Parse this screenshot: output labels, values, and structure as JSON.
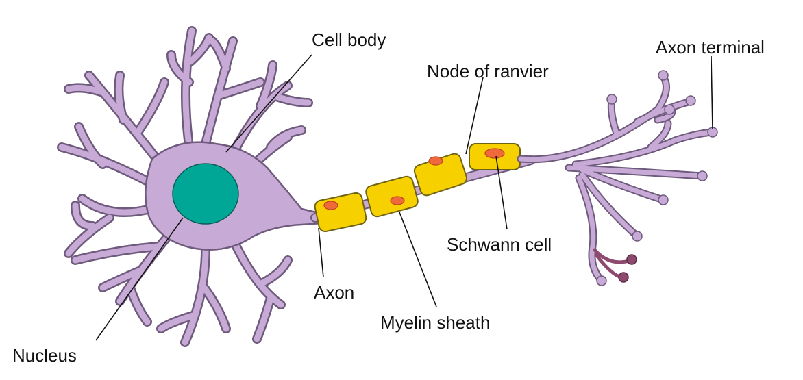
{
  "labels": {
    "cell_body": "Cell body",
    "nucleus": "Nucleus",
    "axon": "Axon",
    "myelin_sheath": "Myelin sheath",
    "node_of_ranvier": "Node of ranvier",
    "schwann_cell": "Schwann cell",
    "axon_terminal": "Axon terminal"
  },
  "colors": {
    "cytoplasm": "#c8aad6",
    "membrane_outline": "#6e5a7c",
    "nucleus": "#00a796",
    "myelin": "#f7d000",
    "myelin_outline": "#6e6413",
    "schwann_nucleus": "#ee6a3a",
    "terminal_red": "#8d4a6e"
  }
}
